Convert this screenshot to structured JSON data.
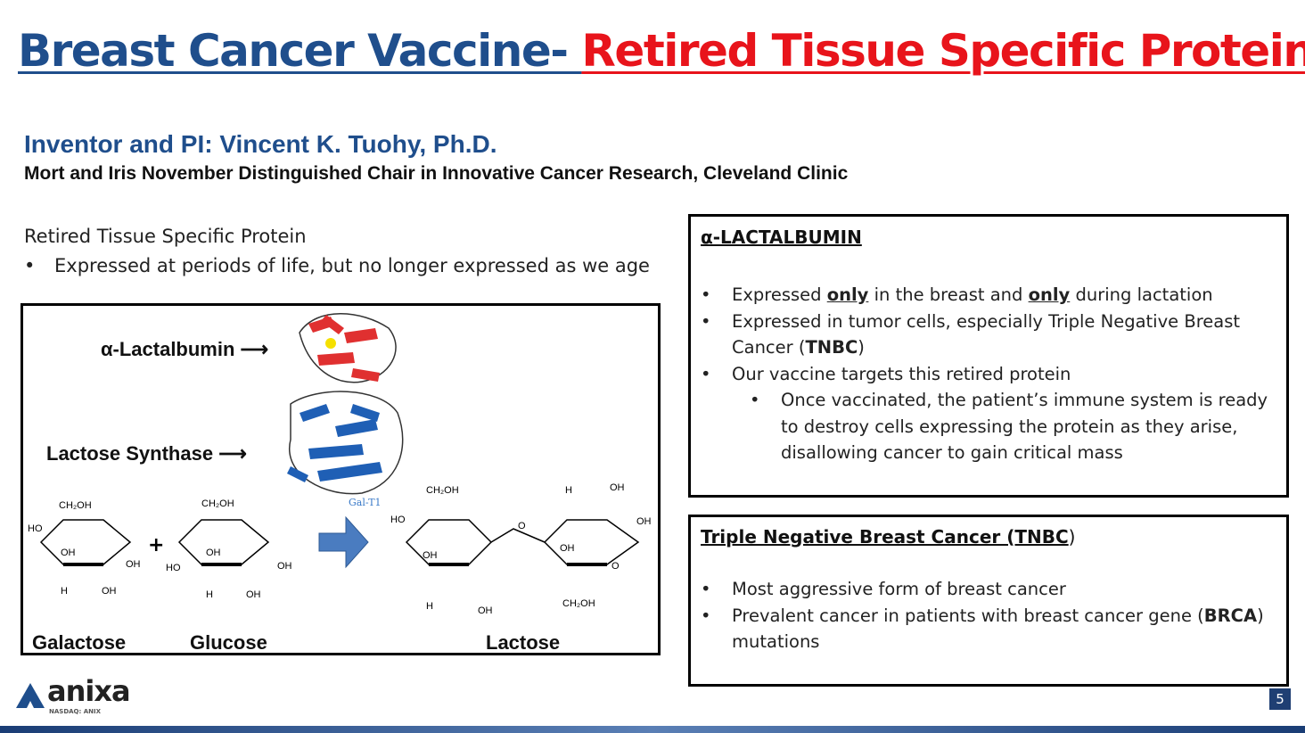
{
  "title": {
    "part1": "Breast Cancer Vaccine- ",
    "part2": "Retired Tissue Specific Protein"
  },
  "inventor": "Inventor and PI: Vincent K. Tuohy, Ph.D.",
  "chair": "Mort and Iris November Distinguished Chair in Innovative Cancer Research, Cleveland Clinic",
  "retired": {
    "heading": "Retired Tissue Specific Protein",
    "bullet": "Expressed at periods of life, but no longer expressed as we age"
  },
  "figure": {
    "alpha_label": "α-Lactalbumin",
    "synthase_label": "Lactose Synthase",
    "galt1": "Gal-T1",
    "galactose": "Galactose",
    "glucose": "Glucose",
    "lactose": "Lactose",
    "plus": "+"
  },
  "lact_box": {
    "heading": "α-LACTALBUMIN",
    "b1": {
      "pre": "Expressed ",
      "u1": "only",
      "mid": " in the breast and ",
      "u2": "only",
      "post": " during lactation"
    },
    "b2": {
      "pre": "Expressed in tumor cells, especially Triple Negative Breast Cancer (",
      "bold": "TNBC",
      "post": ")"
    },
    "b3": "Our vaccine targets this retired protein",
    "b4": "Once vaccinated, the patient’s immune system is ready to destroy cells expressing the protein as they arise, disallowing cancer to gain critical mass"
  },
  "tnbc_box": {
    "heading": "Triple Negative Breast Cancer (TNBC",
    "heading_close": ")",
    "b1": "Most aggressive form of breast cancer",
    "b2": {
      "pre": "Prevalent cancer in patients with breast cancer gene (",
      "bold": "BRCA",
      "post": ") mutations"
    }
  },
  "logo": {
    "name": "anixa",
    "ticker": "NASDAQ: ANIX"
  },
  "page_number": "5"
}
